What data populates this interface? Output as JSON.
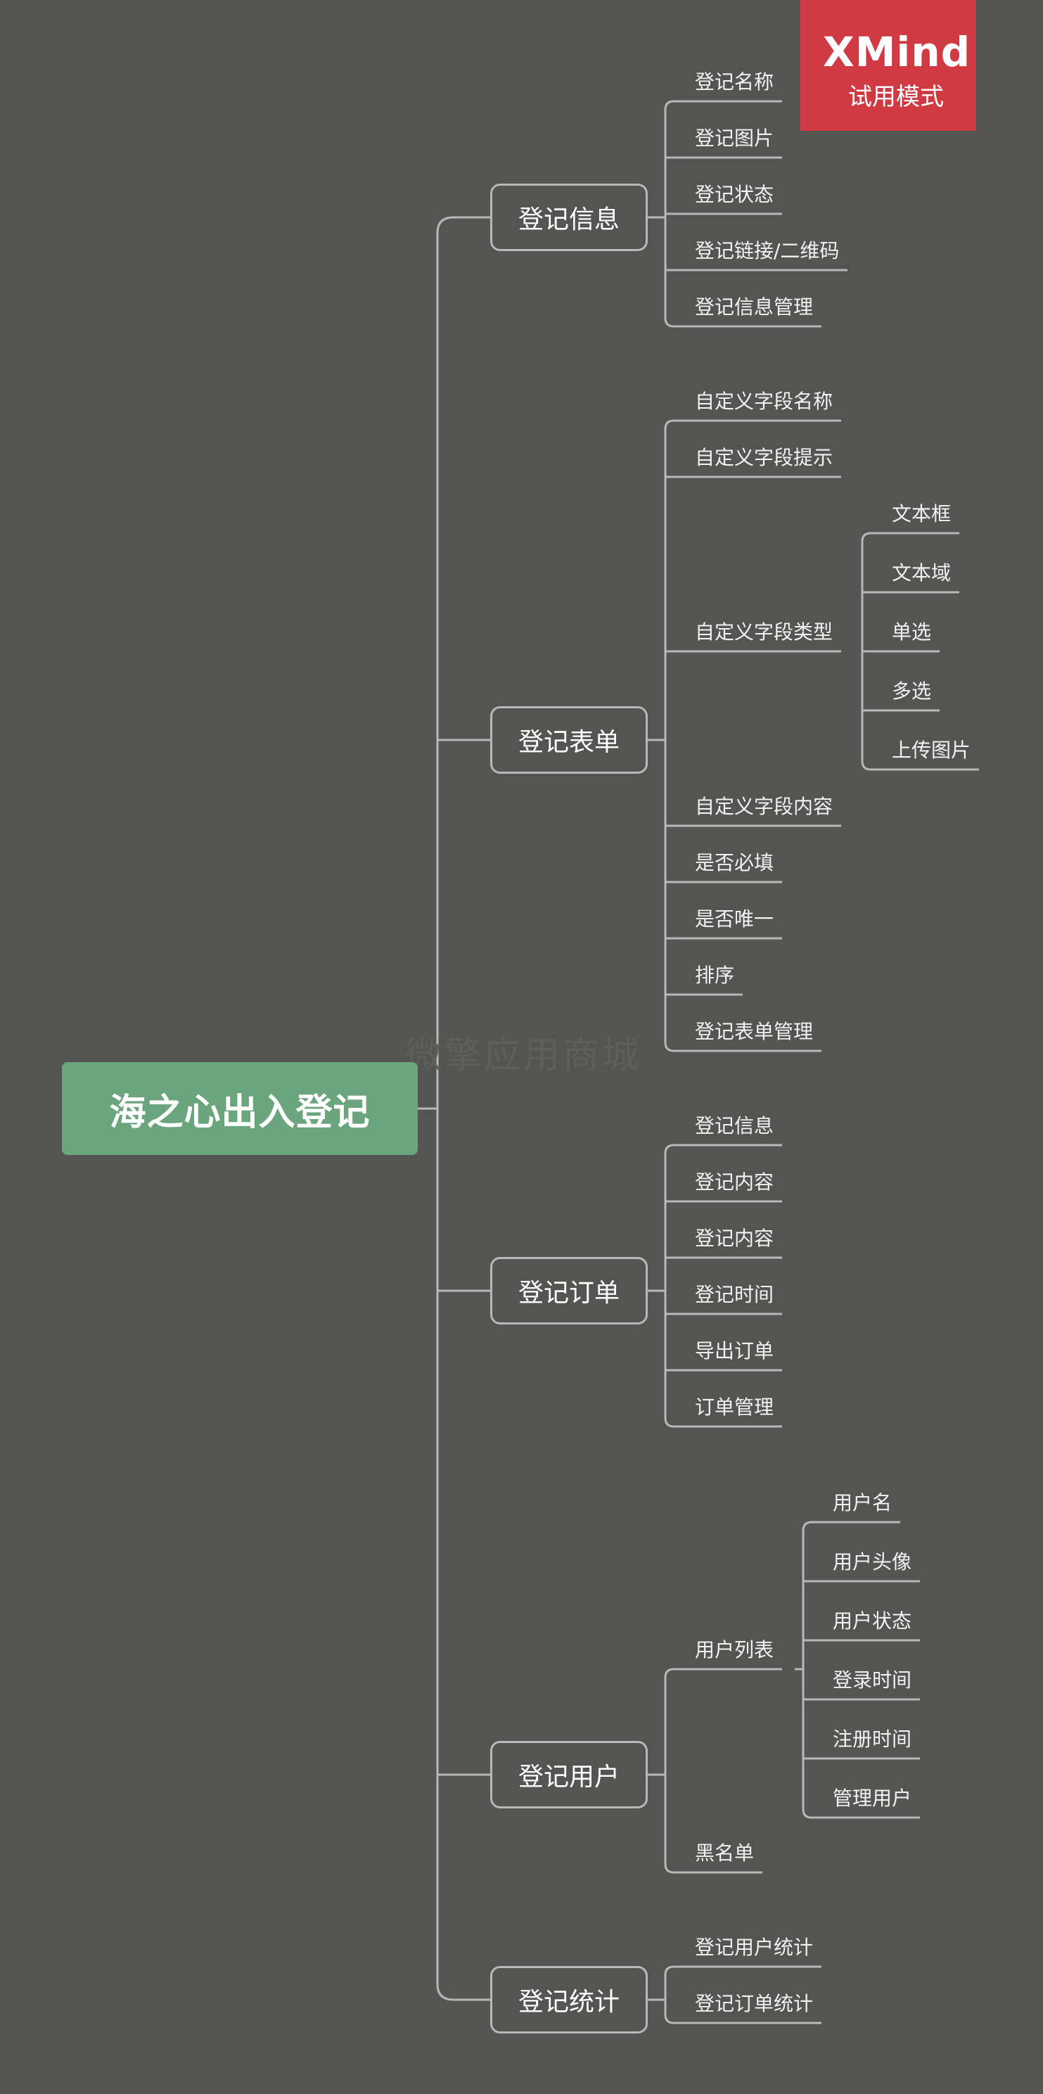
{
  "watermark": "微擎应用商城",
  "badge": {
    "brand": "XMind",
    "mode": "试用模式"
  },
  "root": "海之心出入登记",
  "branches": {
    "info": {
      "label": "登记信息",
      "items": [
        "登记名称",
        "登记图片",
        "登记状态",
        "登记链接/二维码",
        "登记信息管理"
      ]
    },
    "form": {
      "label": "登记表单",
      "items": [
        "自定义字段名称",
        "自定义字段提示",
        "自定义字段类型",
        "自定义字段内容",
        "是否必填",
        "是否唯一",
        "排序",
        "登记表单管理"
      ],
      "type_options": [
        "文本框",
        "文本域",
        "单选",
        "多选",
        "上传图片"
      ]
    },
    "order": {
      "label": "登记订单",
      "items": [
        "登记信息",
        "登记内容",
        "登记内容",
        "登记时间",
        "导出订单",
        "订单管理"
      ]
    },
    "user": {
      "label": "登记用户",
      "items": [
        "用户列表",
        "黑名单"
      ],
      "list_options": [
        "用户名",
        "用户头像",
        "用户状态",
        "登录时间",
        "注册时间",
        "管理用户"
      ]
    },
    "stats": {
      "label": "登记统计",
      "items": [
        "登记用户统计",
        "登记订单统计"
      ]
    }
  }
}
